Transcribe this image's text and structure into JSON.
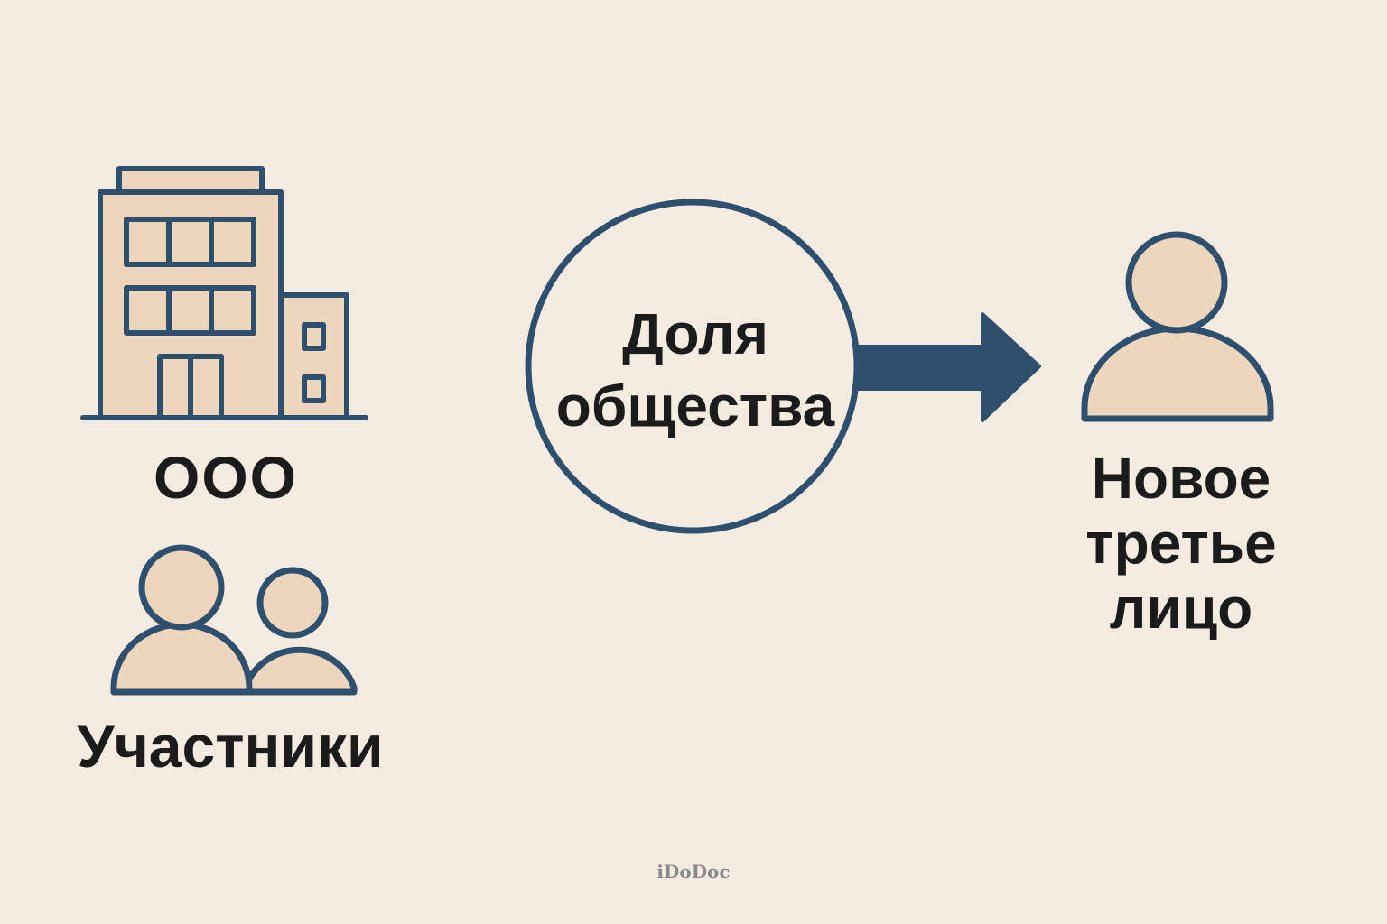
{
  "colors": {
    "background": "#f5ece1",
    "stroke": "#2e4f6e",
    "fill": "#ecd7bd",
    "text": "#1b1b1b",
    "watermark": "#8a8a8a"
  },
  "nodes": {
    "company": {
      "label": "ООО",
      "icon": "office-building-icon"
    },
    "participants": {
      "label": "Участники",
      "icon": "two-people-icon"
    },
    "share": {
      "label_line1": "Доля",
      "label_line2": "общества",
      "icon": "circle"
    },
    "third_party": {
      "label_line1": "Новое",
      "label_line2": "третье",
      "label_line3": "лицо",
      "icon": "person-icon"
    }
  },
  "edges": [
    {
      "from": "share",
      "to": "third_party",
      "icon": "arrow-right-icon"
    }
  ],
  "watermark": "iDoDoc"
}
